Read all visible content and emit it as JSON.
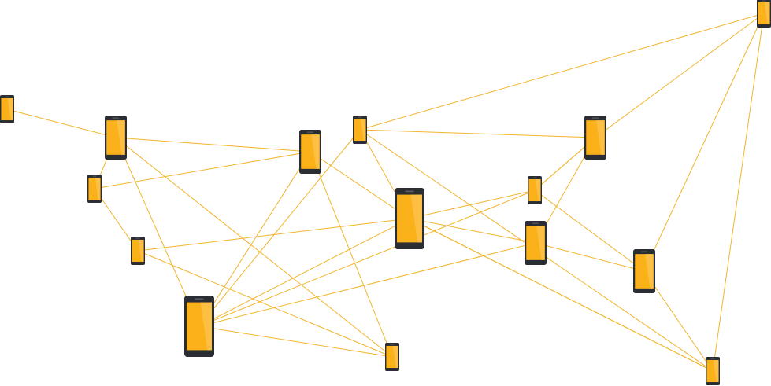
{
  "diagram": {
    "node_icon": "smartphone-icon",
    "colors": {
      "background": "#ffffff",
      "edge": "#f2b52b",
      "phone_body": "#2a2d34",
      "phone_screen": "#fbb11a",
      "phone_screen_highlight": "#fcc453",
      "phone_detail": "#54575e"
    },
    "nodes": [
      {
        "id": "n1"
      },
      {
        "id": "n2"
      },
      {
        "id": "n3"
      },
      {
        "id": "n4"
      },
      {
        "id": "n5"
      },
      {
        "id": "n6"
      },
      {
        "id": "n7"
      },
      {
        "id": "n8"
      },
      {
        "id": "n9"
      },
      {
        "id": "n10"
      },
      {
        "id": "n11"
      },
      {
        "id": "n12"
      },
      {
        "id": "n13"
      },
      {
        "id": "n14"
      },
      {
        "id": "n15"
      },
      {
        "id": "n16"
      }
    ],
    "edges": [
      [
        "n1",
        "n2"
      ],
      [
        "n2",
        "n3"
      ],
      [
        "n2",
        "n6"
      ],
      [
        "n2",
        "n7"
      ],
      [
        "n2",
        "n5"
      ],
      [
        "n3",
        "n6"
      ],
      [
        "n3",
        "n4"
      ],
      [
        "n4",
        "n7"
      ],
      [
        "n6",
        "n5"
      ],
      [
        "n6",
        "n7"
      ],
      [
        "n6",
        "n8"
      ],
      [
        "n5",
        "n8"
      ],
      [
        "n5",
        "n7"
      ],
      [
        "n5",
        "n9"
      ],
      [
        "n5",
        "n10"
      ],
      [
        "n5",
        "n11"
      ],
      [
        "n4",
        "n8"
      ],
      [
        "n8",
        "n9"
      ],
      [
        "n8",
        "n10"
      ],
      [
        "n8",
        "n11"
      ],
      [
        "n8",
        "n15"
      ],
      [
        "n8",
        "n16"
      ],
      [
        "n9",
        "n12"
      ],
      [
        "n10",
        "n12"
      ],
      [
        "n10",
        "n14"
      ],
      [
        "n9",
        "n13"
      ],
      [
        "n9",
        "n15"
      ],
      [
        "n11",
        "n12"
      ],
      [
        "n11",
        "n14"
      ],
      [
        "n12",
        "n13"
      ],
      [
        "n12",
        "n10"
      ],
      [
        "n13",
        "n14"
      ],
      [
        "n13",
        "n15"
      ],
      [
        "n14",
        "n16"
      ]
    ]
  }
}
